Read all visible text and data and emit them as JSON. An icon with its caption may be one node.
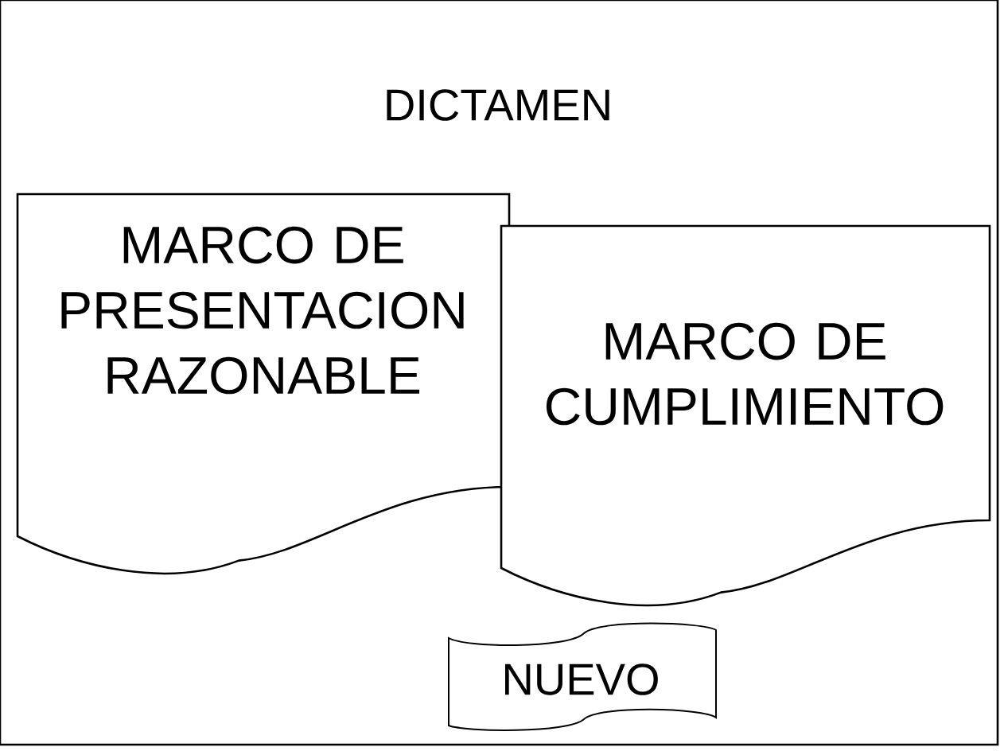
{
  "diagram": {
    "nodes": [
      {
        "text": [
          "DICTAMEN"
        ]
      },
      {
        "text": [
          "MARCO DE PRESENTACION RAZONABLE"
        ],
        "in": 0
      },
      {
        "text": [
          "MARCO DE CUMPLIMIENTO"
        ],
        "in": 0
      },
      {
        "text": [
          "NUEVO"
        ],
        "in": 0
      }
    ]
  }
}
